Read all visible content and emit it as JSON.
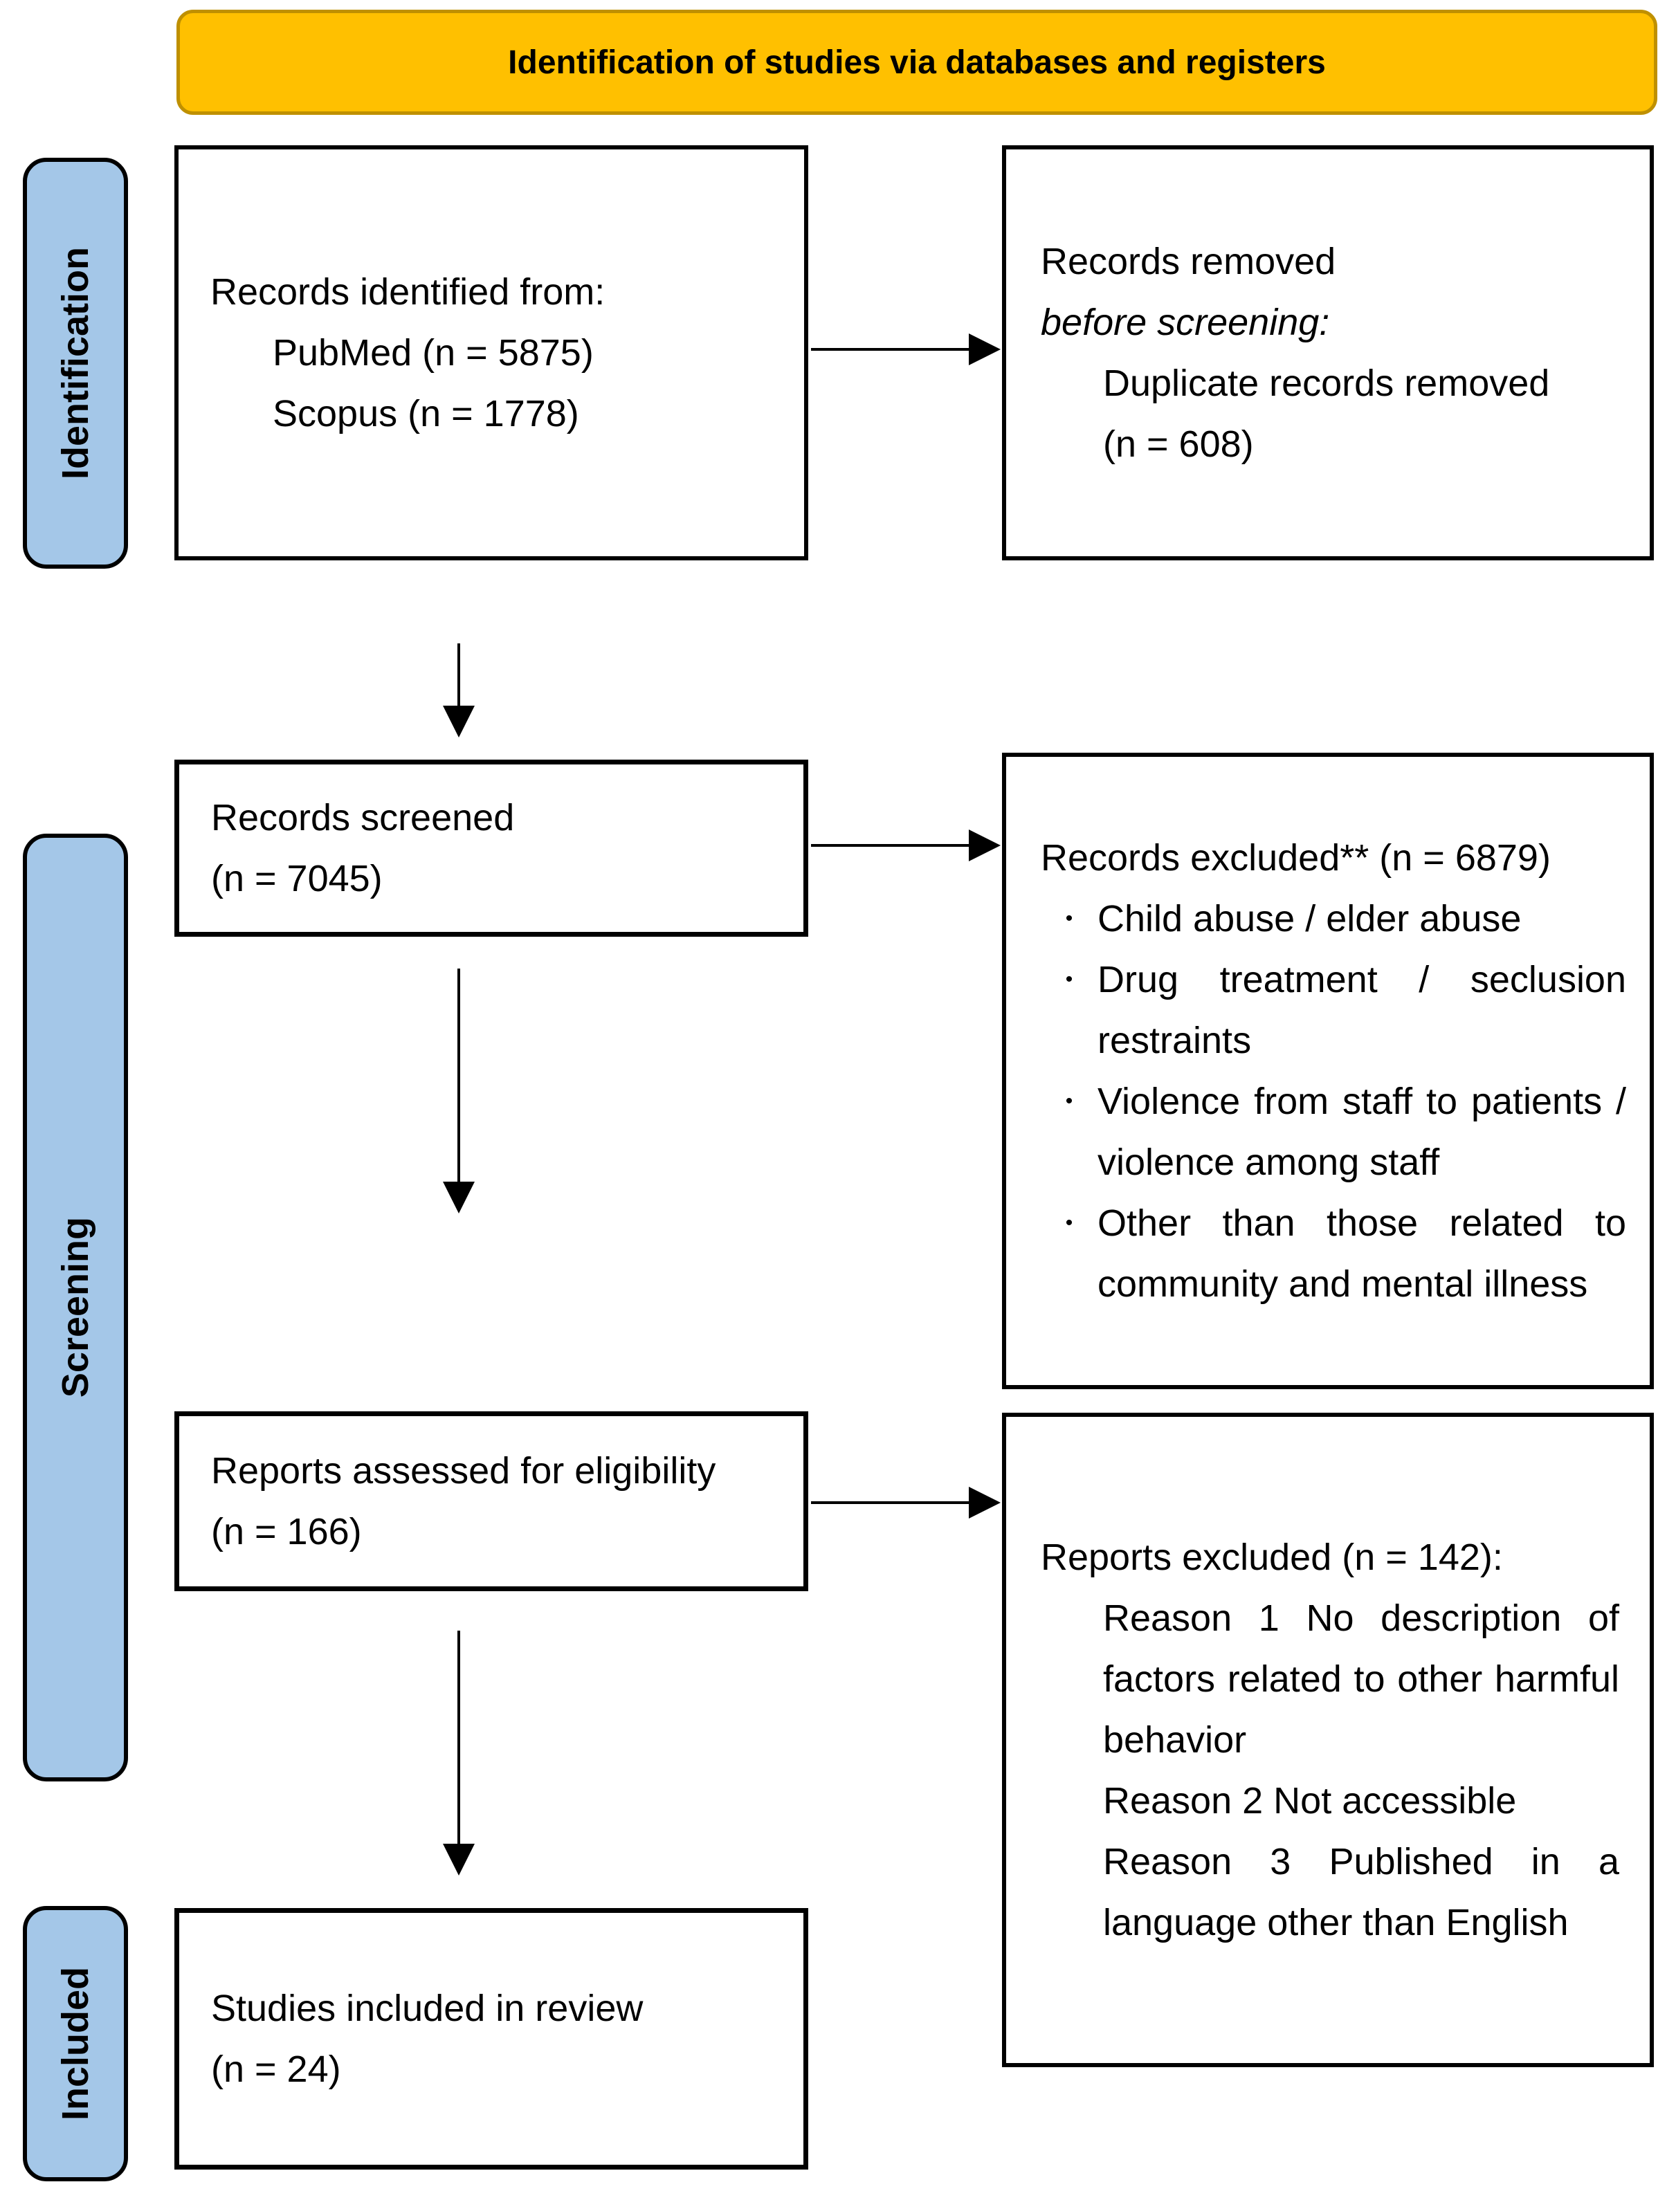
{
  "banner": {
    "title": "Identification of studies via databases and registers"
  },
  "stages": [
    {
      "label": "Identification"
    },
    {
      "label": "Screening"
    },
    {
      "label": "Included"
    }
  ],
  "boxes": {
    "identified": {
      "line1": "Records identified from:",
      "items": [
        "PubMed (n = 5875)",
        "Scopus (n = 1778)"
      ]
    },
    "removed": {
      "line1": "Records removed",
      "line2_italic": "before screening:",
      "items": [
        "Duplicate records removed",
        "(n = 608)"
      ]
    },
    "screened": {
      "line1": "Records screened",
      "line2": "(n = 7045)"
    },
    "excluded": {
      "heading": "Records excluded** (n = 6879)",
      "bullet_glyph": "•",
      "bullets": [
        "Child abuse / elder abuse",
        "Drug treatment / seclusion restraints",
        "Violence from staff to patients / violence among staff",
        "Other than those related to community and mental illness"
      ]
    },
    "assessed": {
      "line1": "Reports assessed for eligibility",
      "line2": "(n = 166)"
    },
    "reports_excluded": {
      "heading": "Reports excluded (n = 142):",
      "reasons": [
        "Reason 1 No description of factors related to other harmful behavior",
        "Reason 2 Not accessible",
        "Reason 3 Published in a language other than English"
      ]
    },
    "included_review": {
      "line1": "Studies included in review",
      "line2": "(n = 24)"
    }
  },
  "colors": {
    "banner_fill": "#FFC000",
    "banner_border": "#BF9000",
    "stage_fill": "#A4C7E8",
    "box_border": "#000000",
    "arrow": "#000000"
  }
}
